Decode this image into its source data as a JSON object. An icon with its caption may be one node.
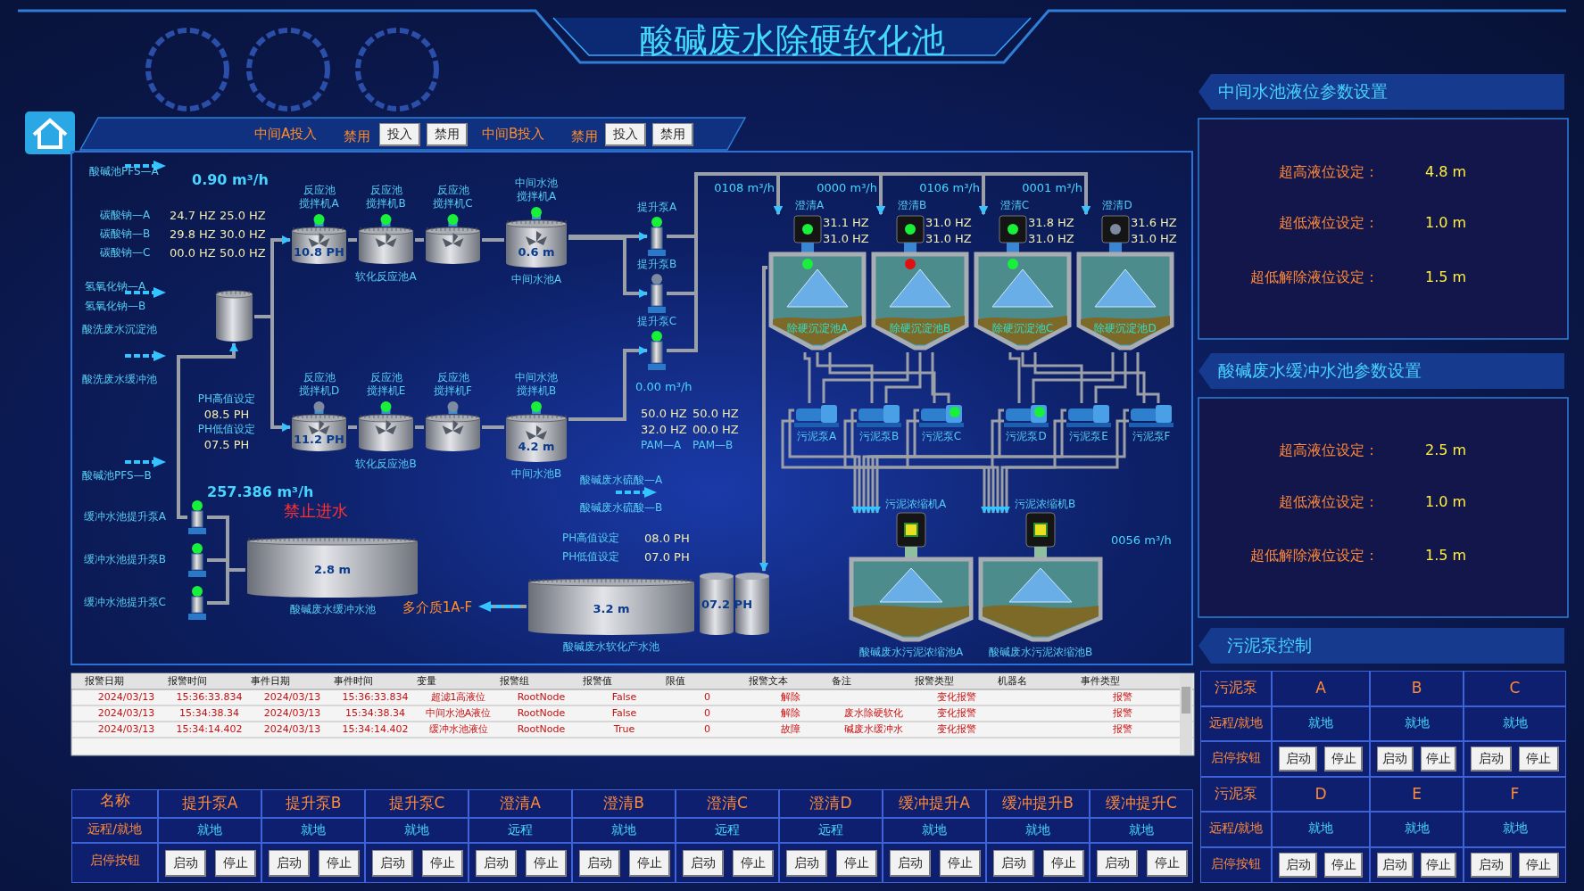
{
  "diagram": {
    "title": "酸碱废水除硬软化池",
    "nodes": [
      {
        "text": [],
        "shape": "cylinder"
      },
      {
        "text": [
          "反应池搅拌机A",
          "10.8 PH"
        ]
      },
      {
        "text": [
          "反应池搅拌机B"
        ]
      },
      {
        "text": [
          "反应池搅拌机C"
        ]
      },
      {
        "text": [
          "反应池搅拌机D",
          "11.2 PH"
        ]
      },
      {
        "text": [
          "反应池搅拌机E"
        ]
      },
      {
        "text": [
          "反应池搅拌机F"
        ]
      },
      {
        "text": [
          "中间水池搅拌机A",
          "0.6 m",
          "中间水池A"
        ]
      },
      {
        "text": [
          "中间水池搅拌机B",
          "4.2 m",
          "中间水池B"
        ]
      },
      {
        "text": [
          "提升泵A"
        ]
      },
      {
        "text": [
          "提升泵B"
        ]
      },
      {
        "text": [
          "提升泵C"
        ]
      },
      {
        "text": [
          "澄清A",
          "31.1 HZ",
          "31.0 HZ",
          "除硬沉淀池A"
        ]
      },
      {
        "text": [
          "澄清B",
          "31.0 HZ",
          "31.0 HZ",
          "除硬沉淀池B"
        ]
      },
      {
        "text": [
          "澄清C",
          "31.8 HZ",
          "31.0 HZ",
          "除硬沉淀池C"
        ]
      },
      {
        "text": [
          "澄清D",
          "31.6 HZ",
          "31.0 HZ",
          "除硬沉淀池D"
        ]
      },
      {
        "text": [
          "污泥泵A"
        ]
      },
      {
        "text": [
          "污泥泵B"
        ]
      },
      {
        "text": [
          "污泥泵C"
        ]
      },
      {
        "text": [
          "污泥泵D"
        ]
      },
      {
        "text": [
          "污泥泵E"
        ]
      },
      {
        "text": [
          "污泥泵F"
        ]
      },
      {
        "text": [
          "污泥浓缩机A",
          "酸碱废水污泥浓缩池A"
        ]
      },
      {
        "text": [
          "污泥浓缩机B",
          "酸碱废水污泥浓缩池B"
        ]
      },
      {
        "text": [
          "缓冲水池提升泵A"
        ]
      },
      {
        "text": [
          "缓冲水池提升泵B"
        ]
      },
      {
        "text": [
          "缓冲水池提升泵C"
        ]
      },
      {
        "text": [
          "2.8 m",
          "酸碱废水缓冲水池"
        ]
      },
      {
        "text": [
          "3.2 m",
          "酸碱废水软化产水池"
        ]
      },
      {
        "text": [
          "07.2 PH"
        ]
      },
      {
        "text": [
          "多介质1A-F"
        ]
      }
    ],
    "edges": [
      {
        "from": 0,
        "to": 1,
        "arrow": "to"
      },
      {
        "from": 0,
        "to": 4,
        "arrow": "to"
      },
      {
        "from": 1,
        "to": 2,
        "arrow": "none"
      },
      {
        "from": 2,
        "to": 3,
        "arrow": "none"
      },
      {
        "from": 3,
        "to": 7,
        "arrow": "none"
      },
      {
        "from": 4,
        "to": 5,
        "arrow": "none"
      },
      {
        "from": 5,
        "to": 6,
        "arrow": "none"
      },
      {
        "from": 6,
        "to": 8,
        "arrow": "none"
      },
      {
        "from": 7,
        "to": 9,
        "arrow": "to"
      },
      {
        "from": 7,
        "to": 10,
        "arrow": "to"
      },
      {
        "from": 8,
        "to": 11,
        "arrow": "to"
      },
      {
        "from": 9,
        "to": 12,
        "arrow": "to"
      },
      {
        "from": 9,
        "to": 13,
        "arrow": "to"
      },
      {
        "from": 9,
        "to": 14,
        "arrow": "to"
      },
      {
        "from": 9,
        "to": 15,
        "arrow": "to"
      },
      {
        "from": 10,
        "to": 12,
        "arrow": "to"
      },
      {
        "from": 10,
        "to": 13,
        "arrow": "to"
      },
      {
        "from": 10,
        "to": 14,
        "arrow": "to"
      },
      {
        "from": 10,
        "to": 15,
        "arrow": "to"
      },
      {
        "from": 11,
        "to": 12,
        "arrow": "to"
      },
      {
        "from": 11,
        "to": 13,
        "arrow": "to"
      },
      {
        "from": 11,
        "to": 14,
        "arrow": "to"
      },
      {
        "from": 11,
        "to": 15,
        "arrow": "to"
      },
      {
        "from": 12,
        "to": 16,
        "arrow": "none"
      },
      {
        "from": 12,
        "to": 17,
        "arrow": "none"
      },
      {
        "from": 12,
        "to": 18,
        "arrow": "none"
      },
      {
        "from": 13,
        "to": 16,
        "arrow": "none"
      },
      {
        "from": 13,
        "to": 17,
        "arrow": "none"
      },
      {
        "from": 13,
        "to": 18,
        "arrow": "none"
      },
      {
        "from": 14,
        "to": 19,
        "arrow": "none"
      },
      {
        "from": 14,
        "to": 20,
        "arrow": "none"
      },
      {
        "from": 14,
        "to": 21,
        "arrow": "none"
      },
      {
        "from": 15,
        "to": 19,
        "arrow": "none"
      },
      {
        "from": 15,
        "to": 20,
        "arrow": "none"
      },
      {
        "from": 15,
        "to": 21,
        "arrow": "none"
      },
      {
        "from": 16,
        "to": 22,
        "arrow": "to"
      },
      {
        "from": 16,
        "to": 23,
        "arrow": "to"
      },
      {
        "from": 17,
        "to": 22,
        "arrow": "to"
      },
      {
        "from": 17,
        "to": 23,
        "arrow": "to"
      },
      {
        "from": 18,
        "to": 22,
        "arrow": "to"
      },
      {
        "from": 18,
        "to": 23,
        "arrow": "to"
      },
      {
        "from": 19,
        "to": 22,
        "arrow": "to"
      },
      {
        "from": 19,
        "to": 23,
        "arrow": "to"
      },
      {
        "from": 20,
        "to": 22,
        "arrow": "to"
      },
      {
        "from": 20,
        "to": 23,
        "arrow": "to"
      },
      {
        "from": 21,
        "to": 22,
        "arrow": "to"
      },
      {
        "from": 21,
        "to": 23,
        "arrow": "to"
      },
      {
        "from": 24,
        "to": 27,
        "arrow": "none"
      },
      {
        "from": 25,
        "to": 27,
        "arrow": "none"
      },
      {
        "from": 26,
        "to": 27,
        "arrow": "none"
      },
      {
        "from": 24,
        "to": 0,
        "arrow": "to"
      },
      {
        "from": 12,
        "to": 29,
        "arrow": "to"
      },
      {
        "from": 28,
        "to": 30,
        "arrow": "to"
      }
    ],
    "labels": [
      "中间A投入",
      "禁用",
      "投入",
      "禁用",
      "中间B投入",
      "禁用",
      "投入",
      "禁用",
      "酸碱池PFS—A",
      "0.90 m³/h",
      "碳酸钠—A",
      "24.7 HZ",
      "25.0 HZ",
      "碳酸钠—B",
      "29.8 HZ",
      "30.0 HZ",
      "碳酸钠—C",
      "00.0 HZ",
      "50.0 HZ",
      "氢氧化钠—A",
      "氢氧化钠—B",
      "酸洗废水沉淀池",
      "酸洗废水缓冲池",
      "软化反应池A",
      "PH高值设定",
      "08.5 PH",
      "PH低值设定",
      "07.5 PH",
      "软化反应池B",
      "0.00 m³/h",
      "50.0 HZ",
      "50.0 HZ",
      "32.0 HZ",
      "00.0 HZ",
      "PAM—A",
      "PAM—B",
      "0108 m³/h",
      "0000 m³/h",
      "0106 m³/h",
      "0001 m³/h",
      "0056 m³/h",
      "酸碱池PFS—B",
      "257.386 m³/h",
      "禁止进水",
      "酸碱废水硫酸—A",
      "酸碱废水硫酸—B",
      "PH高值设定",
      "08.0 PH",
      "PH低值设定",
      "07.0 PH",
      "中间水池液位参数设置",
      "超高液位设定：",
      "4.8 m",
      "超低液位设定：",
      "1.0 m",
      "超低解除液位设定：",
      "1.5 m",
      "酸碱废水缓冲水池参数设置",
      "超高液位设定：",
      "2.5 m",
      "超低液位设定：",
      "1.0 m",
      "超低解除液位设定：",
      "1.5 m",
      "污泥泵控制",
      "污泥泵",
      "A",
      "B",
      "C",
      "远程/就地",
      "就地",
      "就地",
      "就地",
      "启停按钮",
      "启动",
      "停止",
      "启动",
      "停止",
      "启动",
      "停止",
      "污泥泵",
      "D",
      "E",
      "F",
      "远程/就地",
      "就地",
      "就地",
      "就地",
      "启停按钮",
      "启动",
      "停止",
      "启动",
      "停止",
      "启动",
      "停止",
      "报警日期",
      "报警时间",
      "事件日期",
      "事件时间",
      "变量",
      "报警组",
      "报警值",
      "限值",
      "报警文本",
      "备注",
      "报警类型",
      "机器名",
      "事件类型",
      "2024/03/13",
      "15:36:33.834",
      "2024/03/13",
      "15:36:33.834",
      "超滤1高液位",
      "RootNode",
      "False",
      "0",
      "解除",
      "变化报警",
      "报警",
      "2024/03/13",
      "15:34:38.34",
      "2024/03/13",
      "15:34:38.34",
      "中间水池A液位",
      "RootNode",
      "False",
      "0",
      "解除",
      "废水除硬软化",
      "变化报警",
      "报警",
      "2024/03/13",
      "15:34:14.402",
      "2024/03/13",
      "15:34:14.402",
      "缓冲水池液位",
      "RootNode",
      "True",
      "0",
      "故障",
      "碱废水缓冲水",
      "变化报警",
      "报警",
      "名称",
      "提升泵A",
      "提升泵B",
      "提升泵C",
      "澄清A",
      "澄清B",
      "澄清C",
      "澄清D",
      "缓冲提升A",
      "缓冲提升B",
      "缓冲提升C",
      "远程/就地",
      "就地",
      "就地",
      "就地",
      "远程",
      "就地",
      "远程",
      "远程",
      "就地",
      "就地",
      "就地",
      "启停按钮",
      "启动",
      "停止",
      "启动",
      "停止",
      "启动",
      "停止",
      "启动",
      "停止",
      "启动",
      "停止",
      "启动",
      "停止",
      "启动",
      "停止",
      "启动",
      "停止",
      "启动",
      "停止",
      "启动",
      "停止"
    ]
  }
}
